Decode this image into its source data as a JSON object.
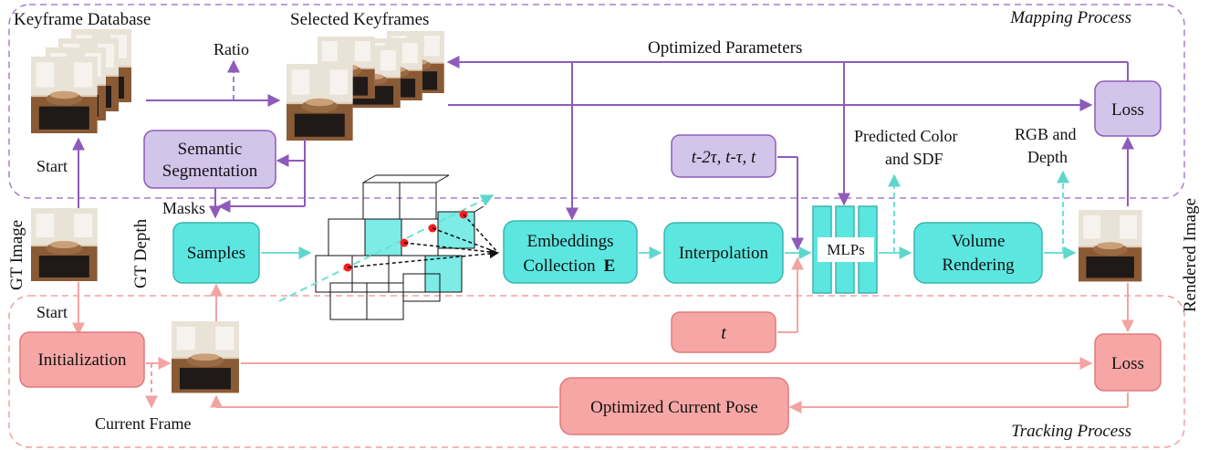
{
  "regions": {
    "mapping_label": "Mapping Process",
    "tracking_label": "Tracking Process"
  },
  "labels": {
    "keyframe_database": "Keyframe Database",
    "selected_keyframes": "Selected Keyframes",
    "ratio": "Ratio",
    "optimized_parameters": "Optimized Parameters",
    "start_top": "Start",
    "start_bottom": "Start",
    "masks": "Masks",
    "gt_image": "GT Image",
    "gt_depth": "GT Depth",
    "predicted_color_1": "Predicted Color",
    "predicted_color_2": "and SDF",
    "rgb_depth_1": "RGB and",
    "rgb_depth_2": "Depth",
    "rendered_image": "Rendered Image",
    "current_frame": "Current Frame"
  },
  "boxes": {
    "semantic_1": "Semantic",
    "semantic_2": "Segmentation",
    "samples": "Samples",
    "embeddings_1": "Embeddings",
    "embeddings_2": "Collection",
    "embeddings_bold": "E",
    "interpolation": "Interpolation",
    "time_triplet": "t-2τ, t-τ, t",
    "mlps": "MLPs",
    "volume_1": "Volume",
    "volume_2": "Rendering",
    "loss_top": "Loss",
    "loss_bottom": "Loss",
    "initialization": "Initialization",
    "time_single": "t",
    "optimized_pose": "Optimized Current Pose"
  },
  "colors": {
    "purple": "#8e5bbb",
    "purple_fill": "#d3c4ea",
    "cyan": "#70dfd6",
    "cyan_fill": "#5ce6e0",
    "pink": "#f4a3a3",
    "pink_fill": "#f7a6a6",
    "dash_purple": "#a87fcf",
    "dash_pink": "#f0a0a0"
  }
}
